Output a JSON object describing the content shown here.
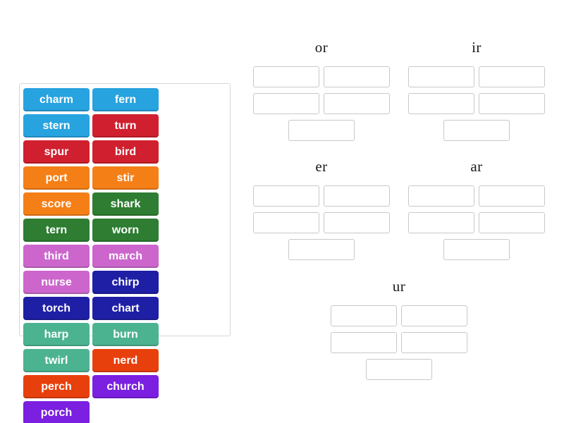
{
  "word_bank": {
    "name": "word-bank",
    "tiles": [
      {
        "label": "charm",
        "color": "#27a3e0"
      },
      {
        "label": "fern",
        "color": "#27a3e0"
      },
      {
        "label": "stern",
        "color": "#27a3e0"
      },
      {
        "label": "turn",
        "color": "#d0202f"
      },
      {
        "label": "spur",
        "color": "#d0202f"
      },
      {
        "label": "bird",
        "color": "#d0202f"
      },
      {
        "label": "port",
        "color": "#f57f17"
      },
      {
        "label": "stir",
        "color": "#f57f17"
      },
      {
        "label": "score",
        "color": "#f57f17"
      },
      {
        "label": "shark",
        "color": "#2e7d32"
      },
      {
        "label": "tern",
        "color": "#2e7d32"
      },
      {
        "label": "worn",
        "color": "#2e7d32"
      },
      {
        "label": "third",
        "color": "#cc66cc"
      },
      {
        "label": "march",
        "color": "#cc66cc"
      },
      {
        "label": "nurse",
        "color": "#cc66cc"
      },
      {
        "label": "chirp",
        "color": "#1f1fa5"
      },
      {
        "label": "torch",
        "color": "#1f1fa5"
      },
      {
        "label": "chart",
        "color": "#1f1fa5"
      },
      {
        "label": "harp",
        "color": "#4cb391"
      },
      {
        "label": "burn",
        "color": "#4cb391"
      },
      {
        "label": "twirl",
        "color": "#4cb391"
      },
      {
        "label": "nerd",
        "color": "#e8400c"
      },
      {
        "label": "perch",
        "color": "#e8400c"
      },
      {
        "label": "church",
        "color": "#7b1fe0"
      },
      {
        "label": "porch",
        "color": "#7b1fe0"
      }
    ]
  },
  "categories": [
    {
      "title": "or",
      "slot_layout": [
        2,
        2,
        1
      ]
    },
    {
      "title": "ir",
      "slot_layout": [
        2,
        2,
        1
      ]
    },
    {
      "title": "er",
      "slot_layout": [
        2,
        2,
        1
      ]
    },
    {
      "title": "ar",
      "slot_layout": [
        2,
        2,
        1
      ]
    },
    {
      "title": "ur",
      "slot_layout": [
        2,
        2,
        1
      ]
    }
  ]
}
